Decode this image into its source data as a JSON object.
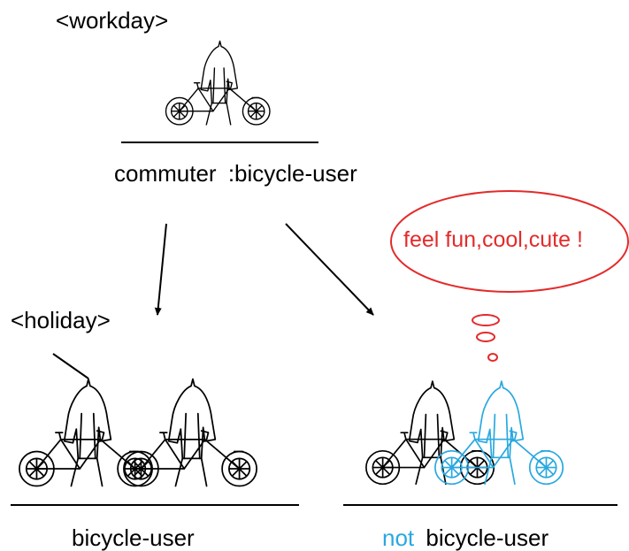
{
  "scenes": {
    "workday": {
      "heading": "<workday>",
      "caption_part1": "commuter",
      "caption_sep": ":",
      "caption_part2": "bicycle-user"
    },
    "holiday": {
      "heading": "<holiday>",
      "caption": "bicycle-user"
    },
    "other": {
      "caption_not": "not",
      "caption_rest": "bicycle-user"
    }
  },
  "thought": {
    "text": "feel fun,cool,cute !"
  },
  "colors": {
    "ink": "#000000",
    "accent_blue": "#29a8e0",
    "thought_red": "#e32b2b"
  },
  "icons": {
    "rider": "person-on-bicycle-icon",
    "thought": "thought-bubble-icon",
    "arrow": "arrow-icon"
  }
}
